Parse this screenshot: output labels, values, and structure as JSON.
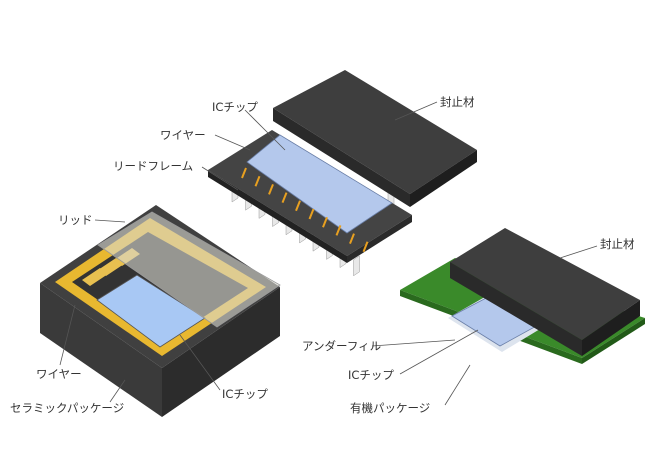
{
  "lead_frame_package": {
    "labels": {
      "chip": "ICチップ",
      "wire": "ワイヤー",
      "lead_frame": "リードフレーム",
      "encapsulant": "封止材"
    }
  },
  "ceramic_package": {
    "labels": {
      "lid": "リッド",
      "wire": "ワイヤー",
      "package": "セラミックパッケージ",
      "chip": "ICチップ"
    }
  },
  "organic_package": {
    "labels": {
      "encapsulant": "封止材",
      "underfill": "アンダーフィル",
      "chip": "ICチップ",
      "package": "有機パッケージ"
    }
  },
  "colors": {
    "mold": "#3c3c3c",
    "chip": "#b4c8ec",
    "gold": "#e8b830",
    "pcb": "#3a8a2a",
    "lead": "#e8e8e8"
  }
}
